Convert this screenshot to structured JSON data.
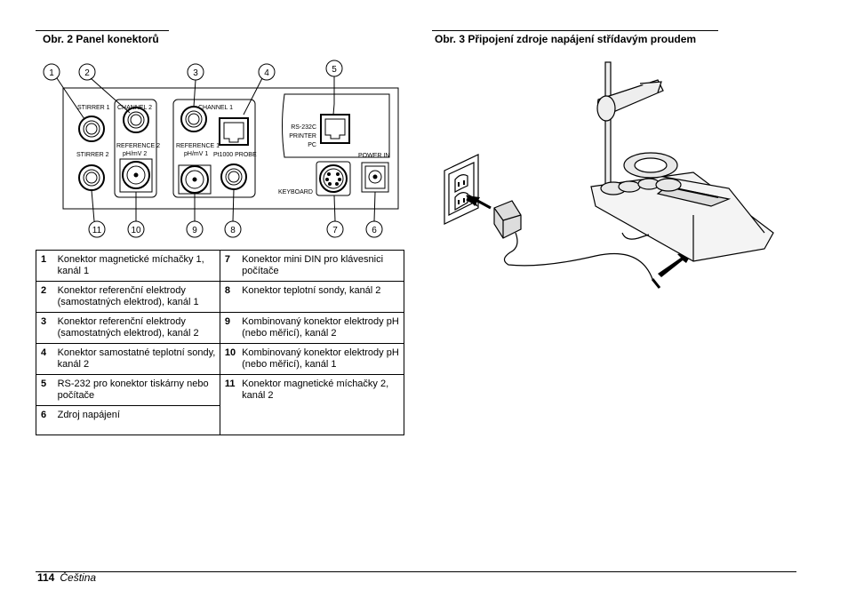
{
  "fig2": {
    "title": "Obr. 2  Panel konektorů",
    "callouts": [
      "1",
      "2",
      "3",
      "4",
      "5",
      "11",
      "10",
      "9",
      "8",
      "7",
      "6"
    ],
    "labels": {
      "stirrer1": "STIRRER 1",
      "channel2": "CHANNEL 2",
      "reference2": "REFERENCE 2",
      "phmv2": "pH/mV 2",
      "stirrer2": "STIRRER 2",
      "channel1": "CHANNEL 1",
      "reference1": "REFERENCE 1",
      "phmv1": "pH/mV 1",
      "pt1000": "Pt1000 PROBE",
      "rs232": "RS-232C",
      "printer": "PRINTER",
      "pc": "PC",
      "powerin": "POWER IN",
      "keyboard": "KEYBOARD"
    }
  },
  "fig3": {
    "title": "Obr. 3  Připojení zdroje napájení střídavým proudem"
  },
  "legend": [
    {
      "left": {
        "num": "1",
        "text": "Konektor magnetické míchačky 1, kanál 1"
      },
      "right": {
        "num": "7",
        "text": "Konektor mini DIN pro klávesnici počítače"
      }
    },
    {
      "left": {
        "num": "2",
        "text": "Konektor referenční elektrody (samostatných elektrod), kanál 1"
      },
      "right": {
        "num": "8",
        "text": "Konektor teplotní sondy, kanál 2"
      }
    },
    {
      "left": {
        "num": "3",
        "text": "Konektor referenční elektrody (samostatných elektrod), kanál 2"
      },
      "right": {
        "num": "9",
        "text": "Kombinovaný konektor elektrody pH (nebo měřicí), kanál 2"
      }
    },
    {
      "left": {
        "num": "4",
        "text": "Konektor samostatné teplotní sondy, kanál 2"
      },
      "right": {
        "num": "10",
        "text": "Kombinovaný konektor elektrody pH (nebo měřicí), kanál 1"
      }
    },
    {
      "left": {
        "num": "5",
        "text": "RS-232 pro konektor tiskárny nebo počítače"
      },
      "right": {
        "num": "11",
        "text": "Konektor magnetické míchačky 2, kanál 2"
      }
    },
    {
      "left": {
        "num": "6",
        "text": "Zdroj napájení"
      }
    }
  ],
  "footer": {
    "page": "114",
    "language": "Čeština"
  }
}
